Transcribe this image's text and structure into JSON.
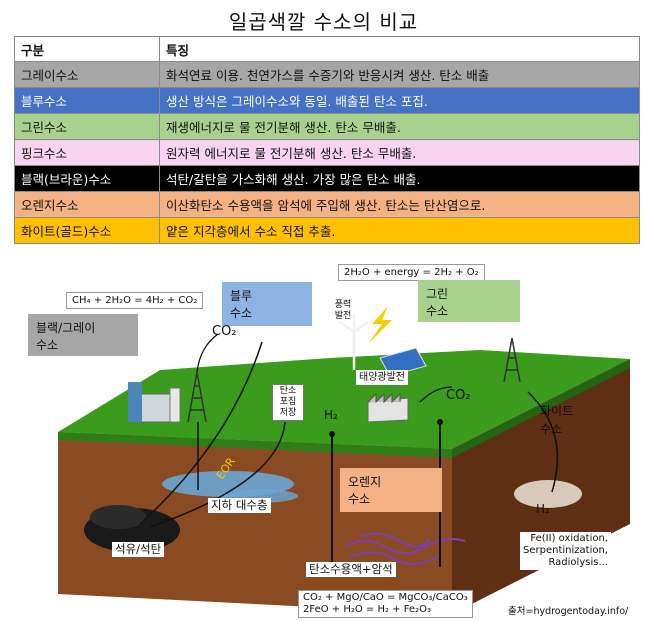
{
  "title": "일곱색깔 수소의 비교",
  "table": {
    "headers": [
      "구분",
      "특징"
    ],
    "rows": [
      {
        "name": "그레이수소",
        "desc": "화석연료 이용. 천연가스를 수증기와 반응시켜 생산. 탄소 배출",
        "bg": "#a6a6a6",
        "fg": "#111111"
      },
      {
        "name": "블루수소",
        "desc": "생산 방식은 그레이수소와 동일. 배출된 탄소 포집.",
        "bg": "#4472c4",
        "fg": "#ffffff"
      },
      {
        "name": "그린수소",
        "desc": "재생에너지로 물 전기분해 생산. 탄소 무배출.",
        "bg": "#a9d18e",
        "fg": "#111111"
      },
      {
        "name": "핑크수소",
        "desc": "원자력 에너지로 물 전기분해 생산. 탄소 무배출.",
        "bg": "#f8d4f0",
        "fg": "#111111"
      },
      {
        "name": "블랙(브라운)수소",
        "desc": "석탄/갈탄을 가스화해 생산. 가장 많은 탄소 배출.",
        "bg": "#000000",
        "fg": "#ffffff"
      },
      {
        "name": "오렌지수소",
        "desc": "이산화탄소 수용액을 암석에 주입해 생산. 탄소는 탄산염으로.",
        "bg": "#f4b183",
        "fg": "#111111"
      },
      {
        "name": "화이트(골드)수소",
        "desc": "얕은 지각층에서 수소 직접 추출.",
        "bg": "#ffc000",
        "fg": "#111111"
      }
    ]
  },
  "illustration": {
    "eq_methane": "CH₄ + 2H₂O = 4H₂ + CO₂",
    "eq_water": "2H₂O + energy = 2H₂ + O₂",
    "label_blackgray": "블랙/그레이\n수소",
    "label_blue": "블루\n수소",
    "label_green": "그린\n수소",
    "label_wind": "풍력\n발전",
    "label_solar": "태양광발전",
    "label_ccs": "탄소\n포집\n저장",
    "label_co2_left": "CO₂",
    "label_co2_right": "CO₂",
    "label_h2_mid": "H₂",
    "label_h2_white": "H₂",
    "label_eor": "EOR",
    "label_aquifer": "지하 대수층",
    "label_orange": "오렌지\n수소",
    "label_white": "화이트\n수소",
    "label_oilcoal": "석유/석탄",
    "label_solution": "탄소수용액+암석",
    "label_processes": "Fe(II) oxidation,\nSerpentinization,\nRadiolysis...",
    "eq_mineral_1": "CO₂ + MgO/CaO = MgCO₃/CaCO₃",
    "eq_mineral_2": "2FeO + H₂O = H₂ + Fe₂O₃",
    "source": "출처=hydrogentoday.info/",
    "colors": {
      "grass": "#3a9b1c",
      "soil": "#8a4a22",
      "soil_dark": "#5e2f12",
      "blue_box": "#8eb4e3",
      "green_box": "#a9d18e",
      "orange_box": "#f4b183",
      "gray_box": "#a6a6a6"
    }
  }
}
